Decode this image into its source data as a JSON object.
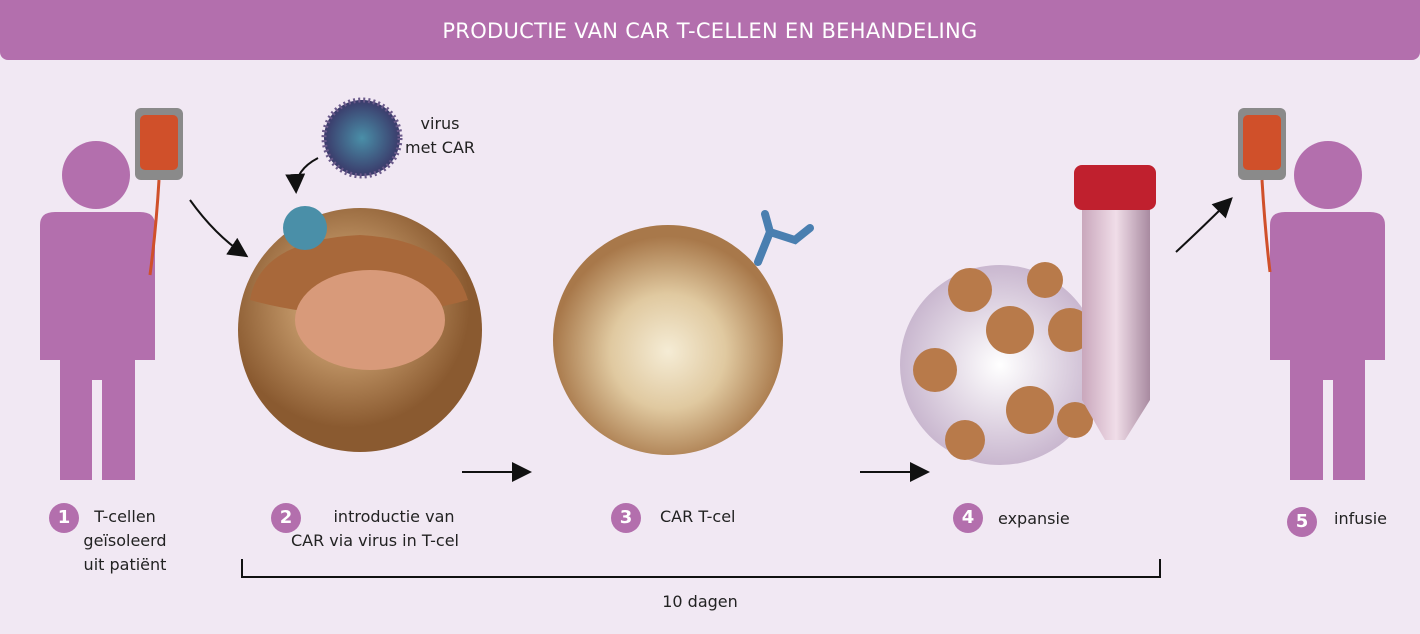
{
  "title": "PRODUCTIE VAN CAR T-CELLEN EN BEHANDELING",
  "virus_label": [
    "virus",
    "met CAR"
  ],
  "steps": [
    {
      "number": "1",
      "label": [
        "T-cellen",
        "geïsoleerd",
        "uit patiënt"
      ]
    },
    {
      "number": "2",
      "label": [
        "introductie van",
        "CAR via virus in T-cel"
      ]
    },
    {
      "number": "3",
      "label": [
        "CAR T-cel"
      ]
    },
    {
      "number": "4",
      "label": [
        "expansie"
      ]
    },
    {
      "number": "5",
      "label": [
        "infusie"
      ]
    }
  ],
  "duration_label": "10 dagen",
  "colors": {
    "accent": "#b36fad",
    "background": "#f1e8f3",
    "blood_bag": "#d0502a",
    "cell": "#c08a55"
  }
}
